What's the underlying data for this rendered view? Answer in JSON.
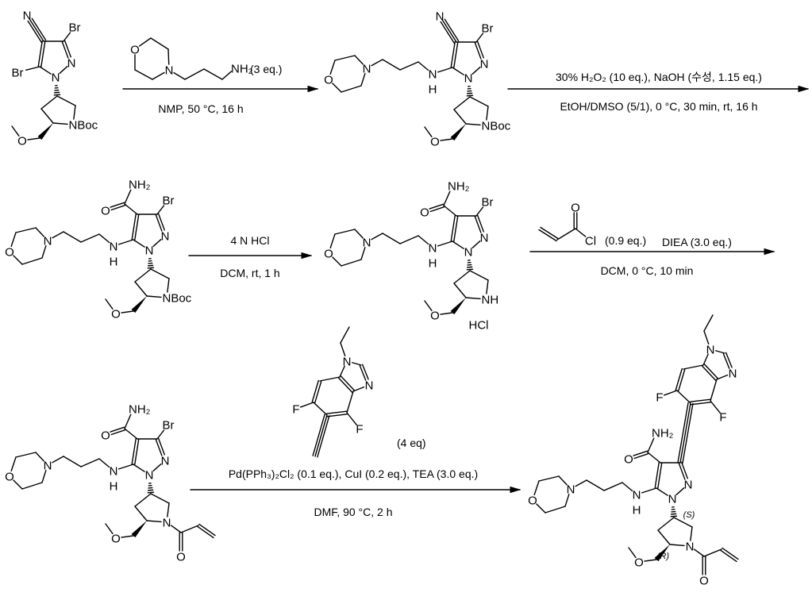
{
  "atoms": {
    "n": "N",
    "br": "Br",
    "o": "O",
    "h": "H",
    "nh2": "NH₂",
    "nboc": "NBoc",
    "nh": "NH",
    "hcl": "HCl",
    "cl": "Cl",
    "f": "F",
    "s": "(S)",
    "r": "(R)"
  },
  "steps": [
    {
      "reagent_amount": "(3 eq.)",
      "below": "NMP, 50 °C, 16 h"
    },
    {
      "above": "30% H₂O₂ (10 eq.), NaOH (수성, 1.15 eq.)",
      "below": "EtOH/DMSO (5/1), 0 °C, 30 min, rt, 16 h"
    },
    {
      "above": "4 N HCl",
      "below": "DCM, rt, 1 h"
    },
    {
      "reagent_amount": "(0.9 eq.)",
      "above": "DIEA (3.0 eq.)",
      "below": "DCM, 0 °C, 10 min"
    },
    {
      "reagent_amount": "(4 eq)",
      "above": "Pd(PPh₃)₂Cl₂ (0.1 eq.), CuI (0.2 eq.), TEA (3.0 eq.)",
      "below": "DMF, 90 °C, 2 h"
    }
  ]
}
